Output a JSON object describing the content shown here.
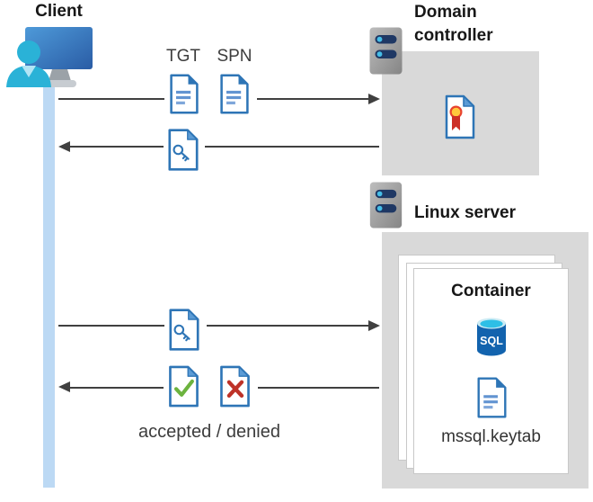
{
  "client": {
    "label": "Client"
  },
  "domain_controller": {
    "label": "Domain controller"
  },
  "linux_server": {
    "label": "Linux server"
  },
  "container": {
    "label": "Container",
    "sql_label": "SQL",
    "keytab_label": "mssql.keytab"
  },
  "messages": {
    "tgt_label": "TGT",
    "spn_label": "SPN",
    "result_label": "accepted / denied"
  },
  "colors": {
    "doc_border_blue": "#2E75B6",
    "fold_light_blue": "#5B9BD5",
    "doc_line_blue": "#6294D1",
    "gray_box": "#D9D9D9",
    "lifeline_blue": "#BCD9F4",
    "arrow_gray": "#404040",
    "check_green": "#6CB33E",
    "cross_red": "#BE3228",
    "sql_body_blue": "#1263AE",
    "sql_top_cyan": "#2EBFE6",
    "seal_yellow": "#FFC83D",
    "seal_red": "#E8432F",
    "server_bar_navy": "#1F3864",
    "server_dot_cyan": "#45BEE8",
    "person_cyan": "#2AB2D7"
  }
}
